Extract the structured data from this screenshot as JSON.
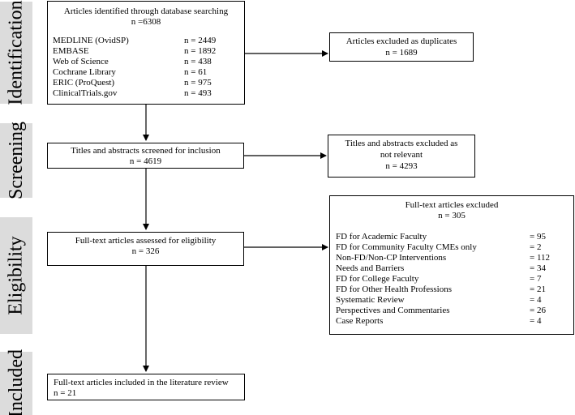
{
  "stages": [
    {
      "label": "Identification"
    },
    {
      "label": "Screening"
    },
    {
      "label": "Eligibility"
    },
    {
      "label": "Included"
    }
  ],
  "identification": {
    "title": "Articles identified through database searching",
    "count": "n =6308",
    "sources": [
      {
        "name": "MEDLINE (OvidSP)",
        "n": "n = 2449"
      },
      {
        "name": "EMBASE",
        "n": "n = 1892"
      },
      {
        "name": "Web of Science",
        "n": "n = 438"
      },
      {
        "name": "Cochrane Library",
        "n": "n = 61"
      },
      {
        "name": "ERIC (ProQuest)",
        "n": "n = 975"
      },
      {
        "name": "ClinicalTrials.gov",
        "n": "n = 493"
      }
    ]
  },
  "duplicates": {
    "title": "Articles excluded as duplicates",
    "count": "n = 1689"
  },
  "screening": {
    "title": "Titles and abstracts screened for inclusion",
    "count": "n = 4619"
  },
  "not_relevant": {
    "title_line1": "Titles and abstracts excluded as",
    "title_line2": "not relevant",
    "count": "n = 4293"
  },
  "eligibility": {
    "title": "Full-text articles assessed for eligibility",
    "count": "n = 326"
  },
  "fulltext_excluded": {
    "title": "Full-text articles excluded",
    "count": "n = 305",
    "reasons": [
      {
        "name": "FD for Academic Faculty",
        "n": "= 95"
      },
      {
        "name": "FD for Community Faculty CMEs only",
        "n": "= 2"
      },
      {
        "name": "Non-FD/Non-CP Interventions",
        "n": "= 112"
      },
      {
        "name": "Needs and Barriers",
        "n": "= 34"
      },
      {
        "name": "FD for College Faculty",
        "n": "= 7"
      },
      {
        "name": "FD for Other Health Professions",
        "n": "= 21"
      },
      {
        "name": "Systematic Review",
        "n": "= 4"
      },
      {
        "name": "Perspectives and Commentaries",
        "n": "= 26"
      },
      {
        "name": "Case Reports",
        "n": "= 4"
      }
    ]
  },
  "included": {
    "title": "Full-text articles included in the literature review",
    "count": "n = 21"
  }
}
